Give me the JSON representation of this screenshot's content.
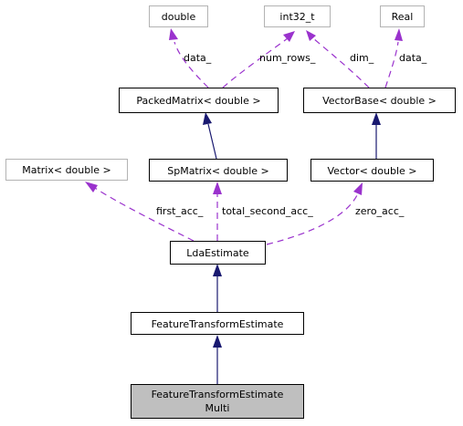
{
  "colors": {
    "inheritance_edge": "#191970",
    "member_edge": "#9a32cd",
    "focus_fill": "#bfbfbf",
    "external_border": "#b3b3b3"
  },
  "nodes": {
    "double": "double",
    "int32_t": "int32_t",
    "real": "Real",
    "packed_matrix": "PackedMatrix< double >",
    "vector_base": "VectorBase< double >",
    "matrix": "Matrix< double >",
    "sp_matrix": "SpMatrix< double >",
    "vector": "Vector< double >",
    "lda_estimate": "LdaEstimate",
    "feature_transform_estimate": "FeatureTransformEstimate",
    "feature_transform_estimate_multi_line1": "FeatureTransformEstimate",
    "feature_transform_estimate_multi_line2": "Multi"
  },
  "edge_labels": {
    "data_left": "data_",
    "num_rows": "num_rows_",
    "dim": "dim_",
    "data_right": "data_",
    "first_acc": "first_acc_",
    "total_second_acc": "total_second_acc_",
    "zero_acc": "zero_acc_"
  }
}
